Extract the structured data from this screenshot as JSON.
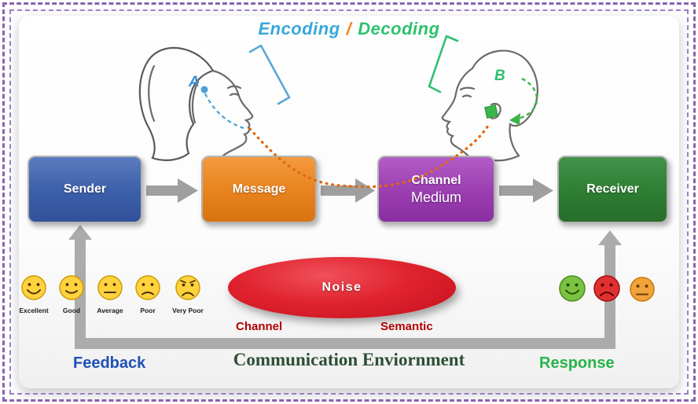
{
  "frame": {
    "border_color": "#8a63b0",
    "background": "#ffffff"
  },
  "title": {
    "encoding": "Encoding",
    "separator": "/",
    "decoding": "Decoding",
    "encoding_color": "#3aa7dc",
    "separator_color": "#f0821e",
    "decoding_color": "#2fc06f"
  },
  "persons": {
    "sender_letter": "A",
    "receiver_letter": "B"
  },
  "flow": {
    "boxes": [
      {
        "label": "Sender",
        "color": "#3a5ea8"
      },
      {
        "label": "Message",
        "color": "#e8821d"
      },
      {
        "label": "Channel",
        "sublabel": "Medium",
        "color": "#9a3db0"
      },
      {
        "label": "Receiver",
        "color": "#2e7d32"
      }
    ],
    "arrow_color": "#9f9f9f"
  },
  "noise": {
    "label": "Noise",
    "color": "#d81e28",
    "type_label_color": "#b20000",
    "types": [
      {
        "label": "Channel"
      },
      {
        "label": "Semantic"
      }
    ]
  },
  "feedback_scale": [
    {
      "label": "Excellent",
      "mood": "very-happy-face-icon",
      "color": "#ffd23e"
    },
    {
      "label": "Good",
      "mood": "happy-face-icon",
      "color": "#ffd23e"
    },
    {
      "label": "Average",
      "mood": "neutral-face-icon",
      "color": "#ffd23e"
    },
    {
      "label": "Poor",
      "mood": "sad-face-icon",
      "color": "#ffd23e"
    },
    {
      "label": "Very Poor",
      "mood": "very-sad-face-icon",
      "color": "#ffd23e"
    }
  ],
  "response_faces": [
    {
      "mood": "happy-face-icon",
      "color": "#7cc242"
    },
    {
      "mood": "sad-face-icon",
      "color": "#e03131"
    },
    {
      "mood": "neutral-face-icon",
      "color": "#f2a33c"
    }
  ],
  "footer": {
    "feedback": "Feedback",
    "feedback_color": "#1e50b5",
    "environment": "Communication Enviornment",
    "environment_color": "#2e4f35",
    "response": "Response",
    "response_color": "#27b54a"
  }
}
